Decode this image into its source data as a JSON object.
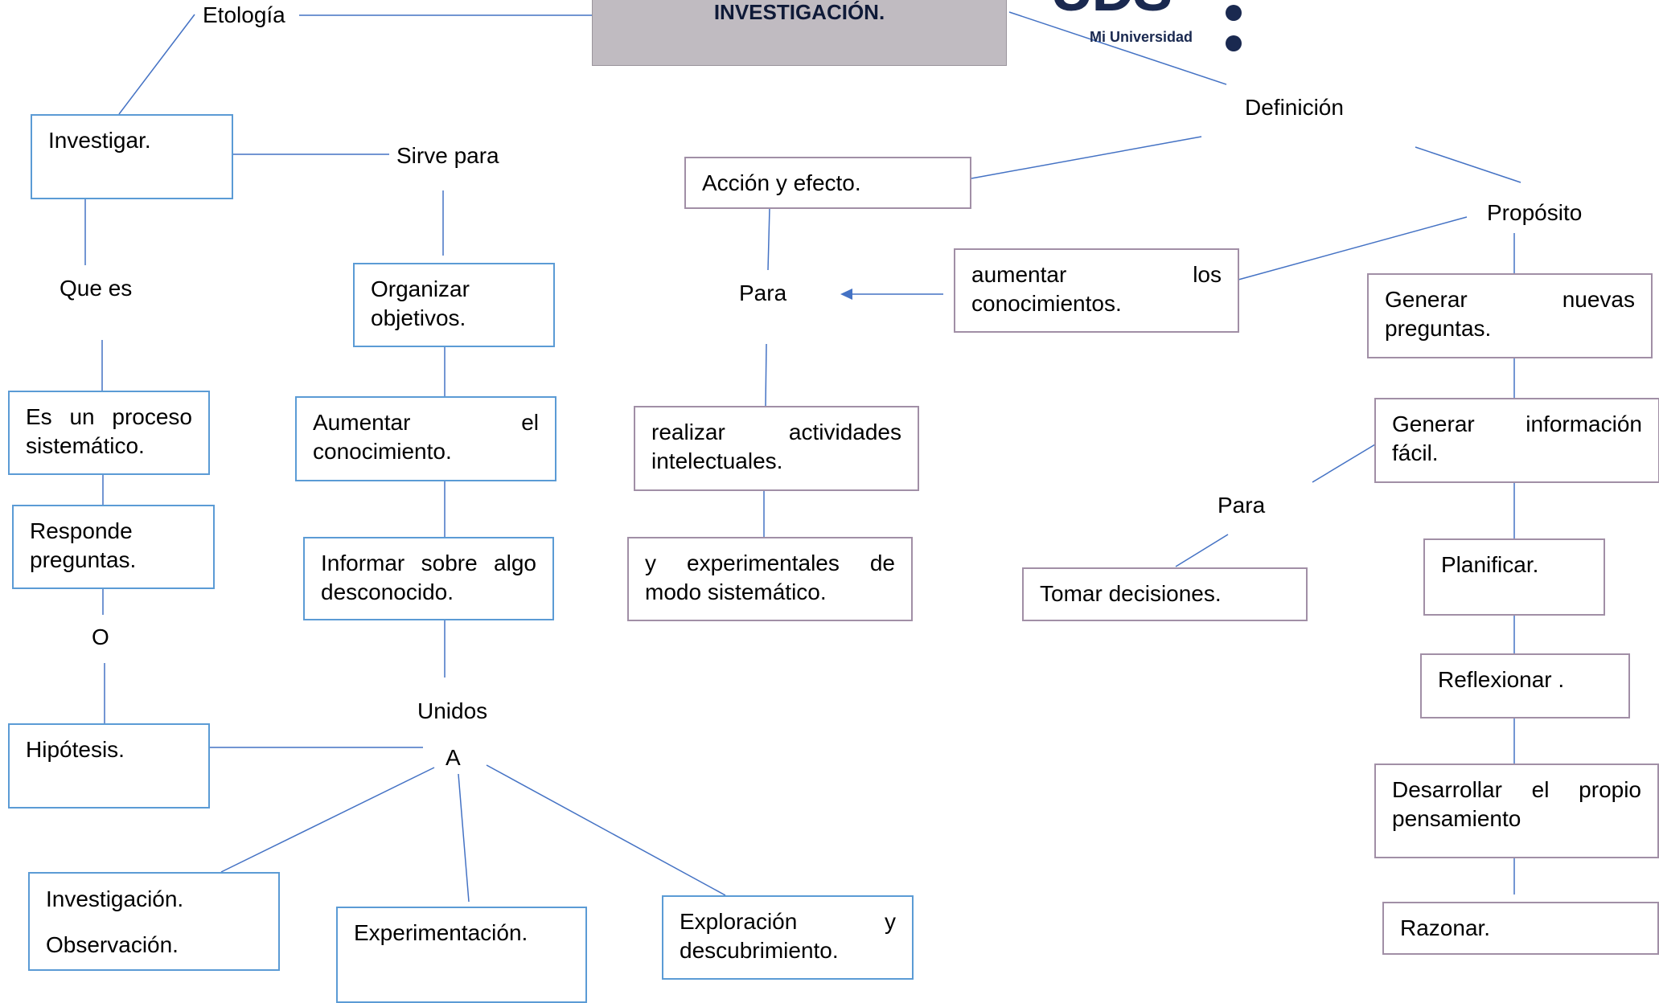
{
  "title": "INVESTIGACIÓN.",
  "logo": {
    "mark": "UDS",
    "subtitle": "Mi Universidad"
  },
  "colors": {
    "blue_border": "#5b9bd5",
    "purple_border": "#a18fa6",
    "title_fill": "#c0bbc1",
    "logo": "#1a2950"
  },
  "left_branch": {
    "etologia": "Etología",
    "investigar": "Investigar.",
    "que_es": "Que es",
    "proceso": "Es un proceso sistemático.",
    "responde": "Responde preguntas.",
    "o": "O",
    "hipotesis": "Hipótesis."
  },
  "middle_branch": {
    "sirve_para": "Sirve para",
    "organizar": "Organizar objetivos.",
    "aumentar": "Aumentar el conocimiento.",
    "informar": "Informar sobre algo desconocido.",
    "unidos": "Unidos",
    "a": "A",
    "investigacion": "Investigación.",
    "observacion": "Observación.",
    "experimentacion": "Experimentación.",
    "exploracion": "Exploración y descubrimiento."
  },
  "definition_branch": {
    "definicion": "Definición",
    "accion": "Acción y efecto.",
    "para": "Para",
    "aumentar_los": "aumentar los conocimientos.",
    "realizar": "realizar actividades intelectuales.",
    "experimentales": "y experimentales de modo sistemático."
  },
  "purpose_branch": {
    "proposito": "Propósito",
    "generar_preguntas": "Generar nuevas preguntas.",
    "generar_info": "Generar información fácil.",
    "para": "Para",
    "tomar_decisiones": "Tomar decisiones.",
    "planificar": "Planificar.",
    "reflexionar": "Reflexionar .",
    "desarrollar": "Desarrollar el propio pensamiento",
    "razonar": "Razonar."
  }
}
